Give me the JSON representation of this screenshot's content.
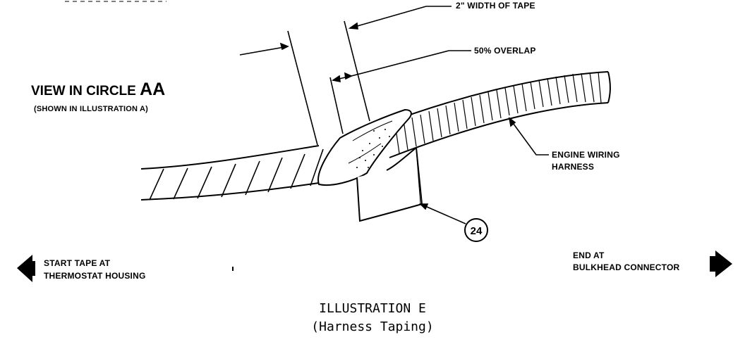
{
  "labels": {
    "width_of_tape": "2\" WIDTH OF TAPE",
    "overlap": "50% OVERLAP",
    "view_title_prefix": "VIEW IN CIRCLE ",
    "view_title_suffix": "AA",
    "view_subtitle": "(SHOWN IN ILLUSTRATION A)",
    "harness_line1": "ENGINE WIRING",
    "harness_line2": "HARNESS",
    "callout_number": "24",
    "start_line1": "START TAPE AT",
    "start_line2": "THERMOSTAT HOUSING",
    "end_line1": "END AT",
    "end_line2": "BULKHEAD CONNECTOR"
  },
  "caption": {
    "line1": "ILLUSTRATION E",
    "line2": "(Harness Taping)"
  },
  "icons": {
    "left_arrow": "arrow-left-icon",
    "right_arrow": "arrow-right-icon"
  },
  "colors": {
    "ink": "#000000",
    "paper": "#ffffff"
  }
}
